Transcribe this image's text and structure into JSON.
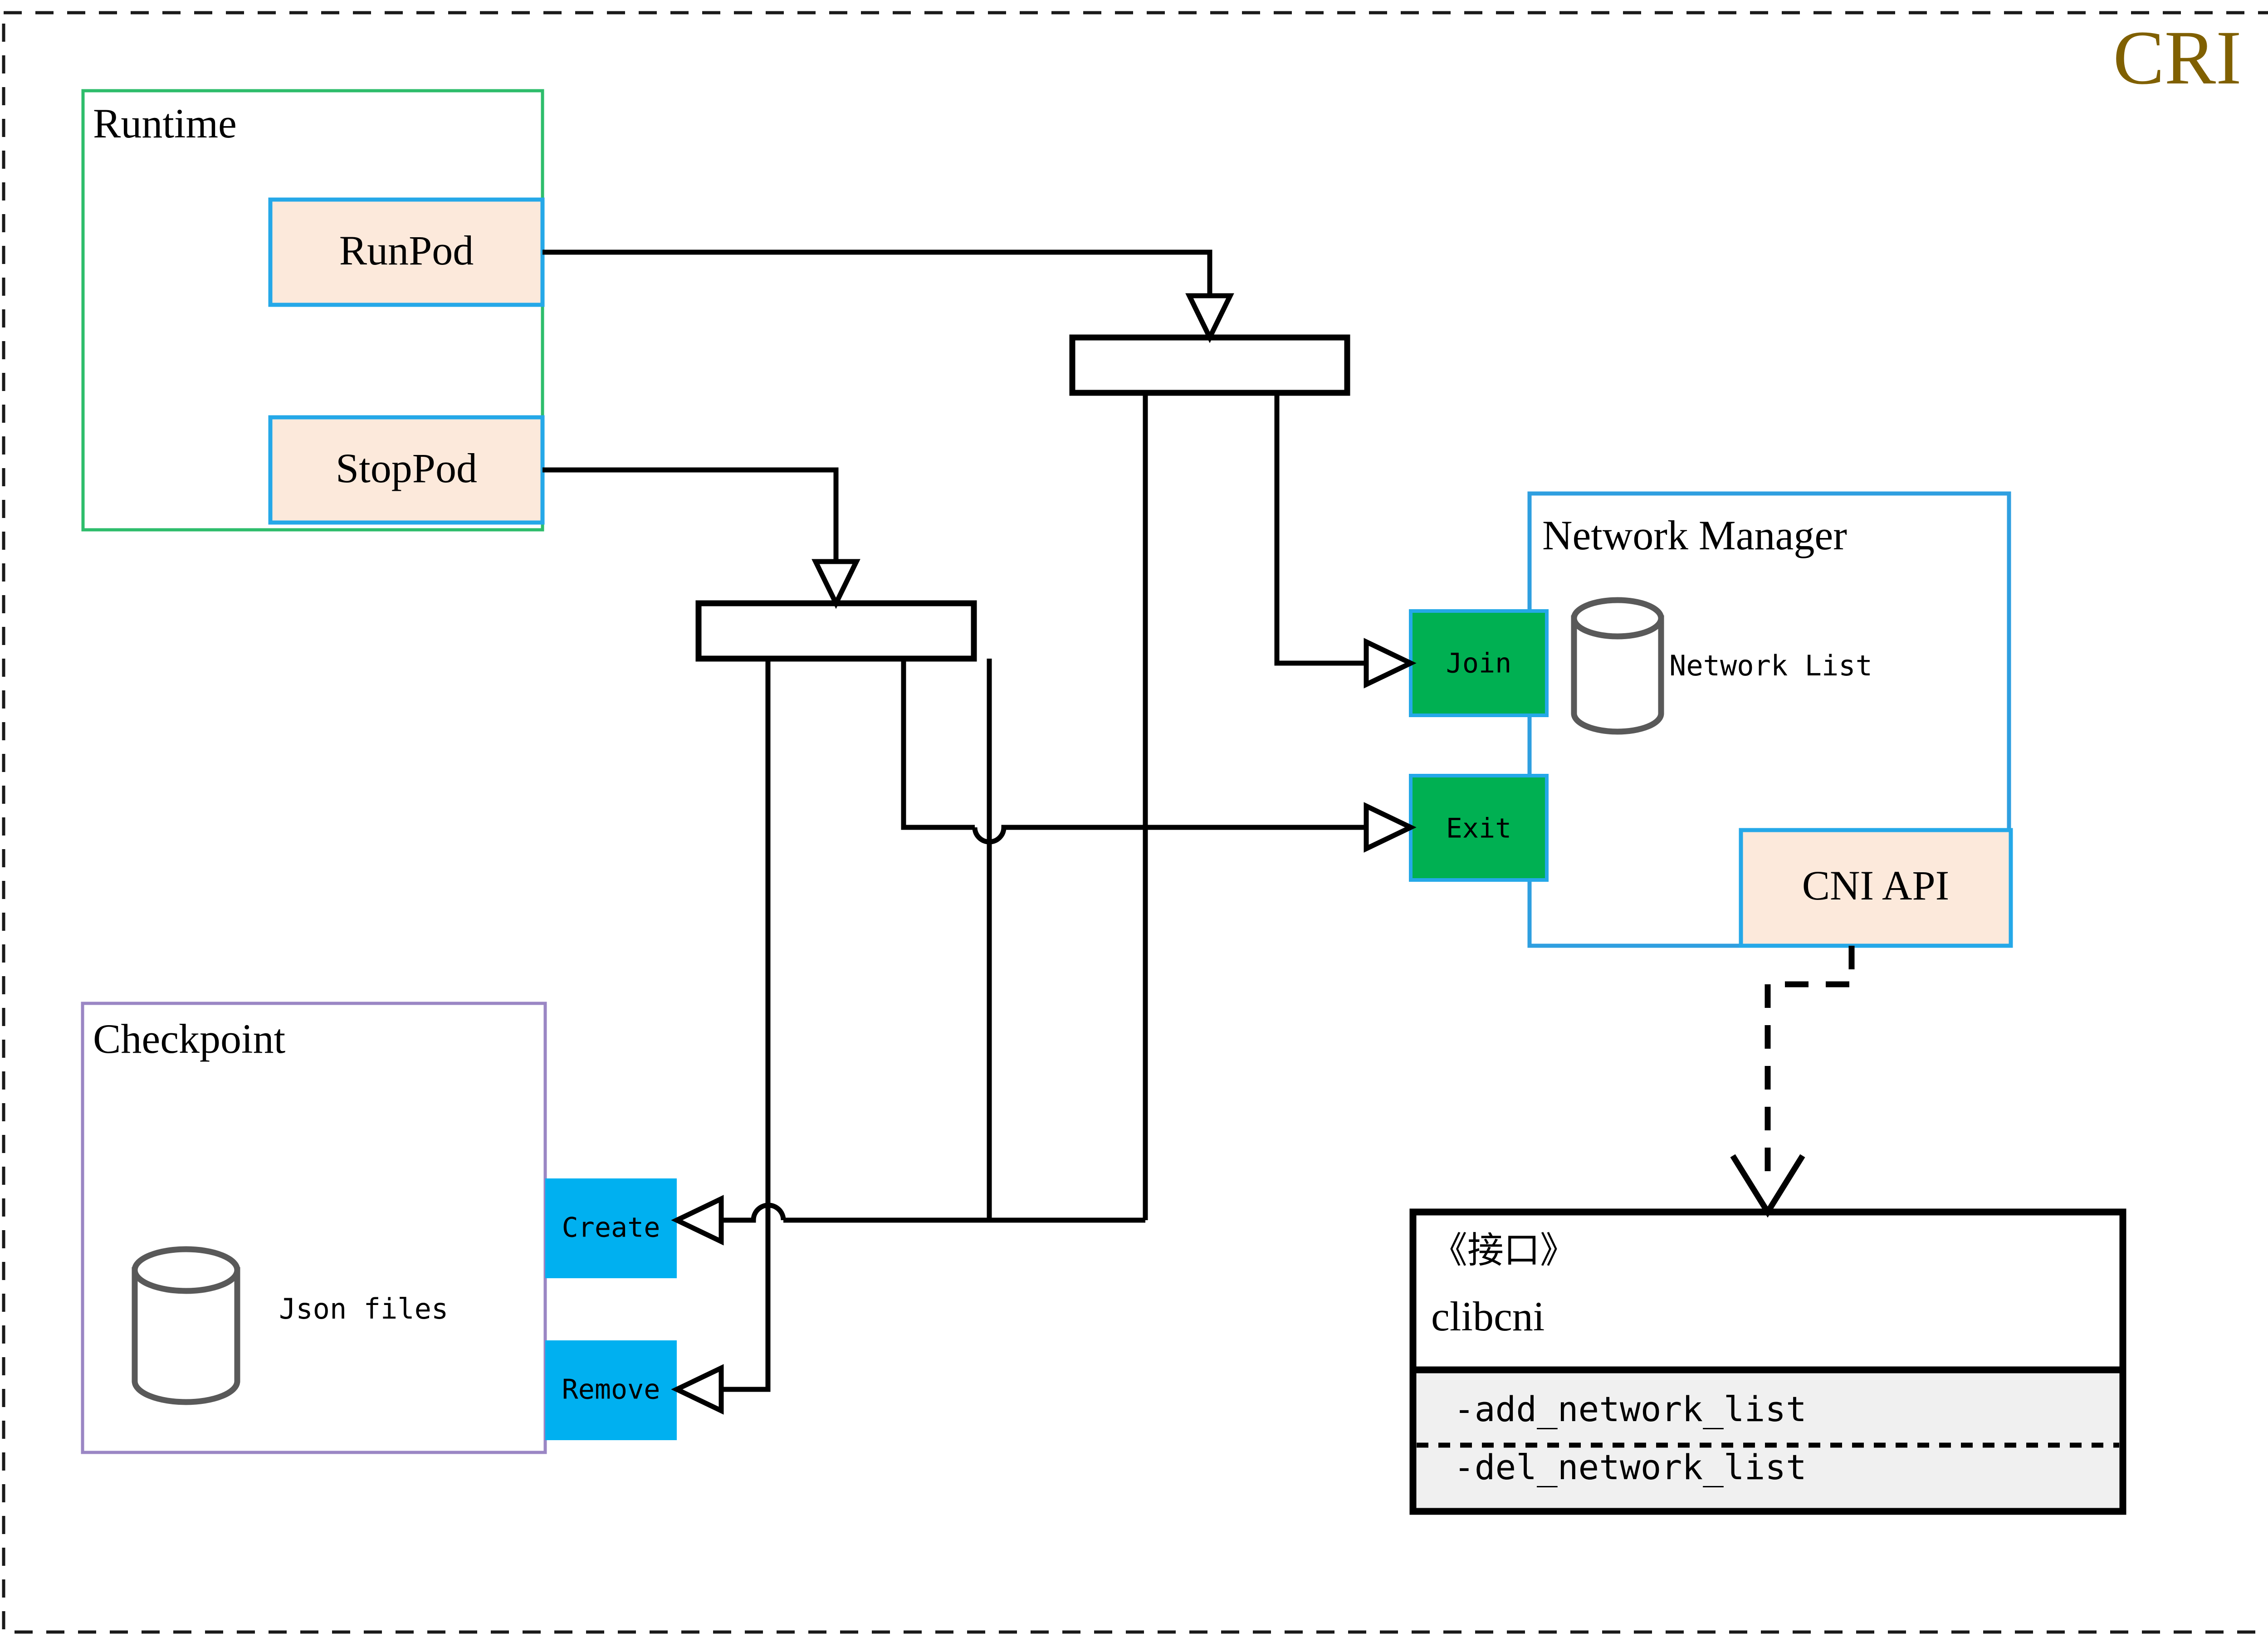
{
  "title": "CRI",
  "groups": {
    "runtime": {
      "label": "Runtime",
      "border_color": "#2ebd6b"
    },
    "checkpoint": {
      "label": "Checkpoint",
      "border_color": "#9a86c4"
    },
    "network_manager": {
      "label": "Network Manager",
      "border_color": "#2f9fe0"
    }
  },
  "runtime_nodes": [
    {
      "label": "RunPod",
      "fill": "#fce9db",
      "border": "#25a8e8"
    },
    {
      "label": "StopPod",
      "fill": "#fce9db",
      "border": "#25a8e8"
    }
  ],
  "network_nodes": [
    {
      "label": "Join",
      "fill": "#00b052",
      "border": "#25a8e8"
    },
    {
      "label": "Exit",
      "fill": "#00b052",
      "border": "#25a8e8"
    }
  ],
  "checkpoint_nodes": [
    {
      "label": "Create",
      "fill": "#00b0f0"
    },
    {
      "label": "Remove",
      "fill": "#00b0f0"
    }
  ],
  "cylinders": [
    {
      "label": "Json files",
      "group": "checkpoint"
    },
    {
      "label": "Network List",
      "group": "network_manager"
    }
  ],
  "cni_api": {
    "label": "CNI API",
    "fill": "#fce9db",
    "border": "#25a8e8"
  },
  "interface": {
    "stereotype": "《接口》",
    "name": "clibcni",
    "methods": [
      "-add_network_list",
      "-del_network_list"
    ],
    "method_panel_fill": "#f0f0f0"
  },
  "colors": {
    "title": "#806000",
    "line": "#000000",
    "cylinder_stroke": "#595959",
    "frame": "#1a1a1a"
  }
}
